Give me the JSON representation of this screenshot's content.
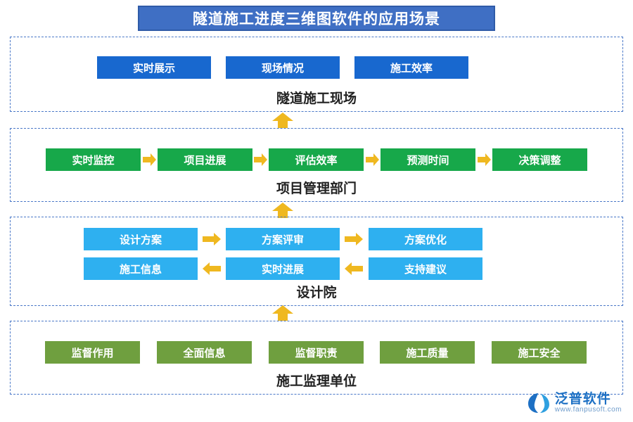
{
  "title": "隧道施工进度三维图软件的应用场景",
  "colors": {
    "title_bg": "#3f6fc4",
    "frame_border": "#4a78c8",
    "blue_node": "#1868cf",
    "green_node": "#17a84a",
    "cyan_node": "#2eb0f0",
    "olive_node": "#6f9f3f",
    "arrow": "#efb820",
    "logo_blue": "#1d70c4"
  },
  "sections": [
    {
      "label": "隧道施工现场",
      "nodes": [
        {
          "label": "实时展示"
        },
        {
          "label": "现场情况"
        },
        {
          "label": "施工效率"
        }
      ]
    },
    {
      "label": "项目管理部门",
      "nodes": [
        {
          "label": "实时监控"
        },
        {
          "label": "项目进展"
        },
        {
          "label": "评估效率"
        },
        {
          "label": "预测时间"
        },
        {
          "label": "决策调整"
        }
      ]
    },
    {
      "label": "设计院",
      "nodes": [
        {
          "label": "设计方案"
        },
        {
          "label": "方案评审"
        },
        {
          "label": "方案优化"
        },
        {
          "label": "施工信息"
        },
        {
          "label": "实时进展"
        },
        {
          "label": "支持建议"
        }
      ]
    },
    {
      "label": "施工监理单位",
      "nodes": [
        {
          "label": "监督作用"
        },
        {
          "label": "全面信息"
        },
        {
          "label": "监督职责"
        },
        {
          "label": "施工质量"
        },
        {
          "label": "施工安全"
        }
      ]
    }
  ],
  "logo": {
    "name_cn": "泛普软件",
    "name_en": "www.fanpusoft.com"
  }
}
